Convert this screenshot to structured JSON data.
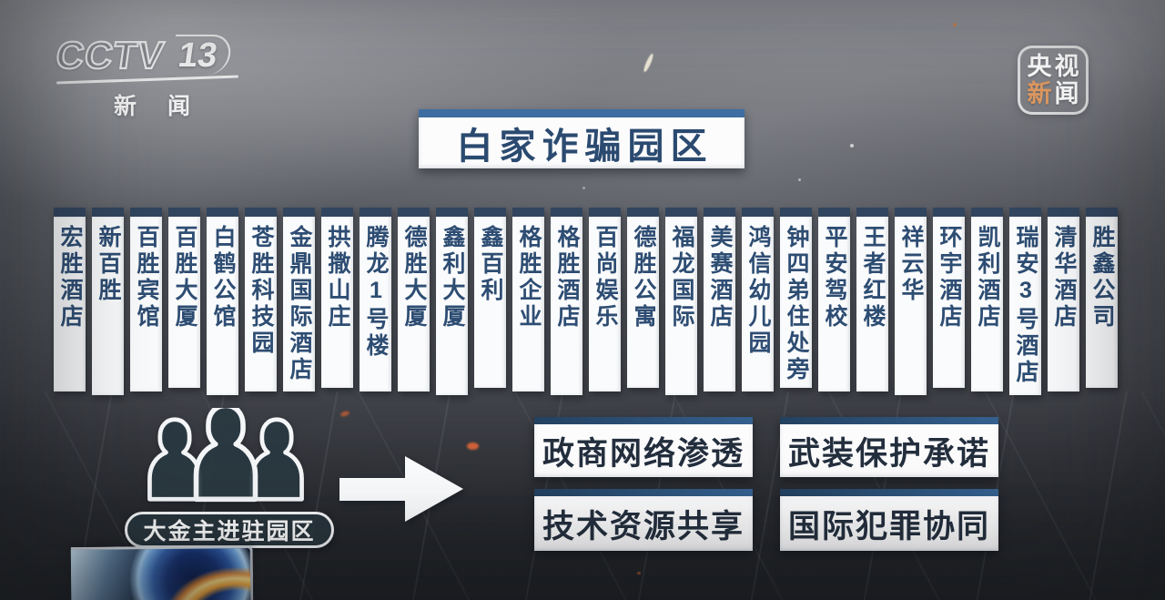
{
  "channel_logo": {
    "name": "CCTV",
    "number": "13",
    "subtitle": "新闻"
  },
  "corner_badge": {
    "chars": [
      "央",
      "视",
      "新",
      "闻"
    ]
  },
  "diagram": {
    "title": "白家诈骗园区",
    "parks": [
      "宏胜酒店",
      "新百胜",
      "百胜宾馆",
      "百胜大厦",
      "白鹤公馆",
      "苍胜科技园",
      "金鼎国际酒店",
      "拱撒山庄",
      "腾龙1号楼",
      "德胜大厦",
      "鑫利大厦",
      "鑫百利",
      "格胜企业",
      "格胜酒店",
      "百尚娱乐",
      "德胜公寓",
      "福龙国际",
      "美赛酒店",
      "鸿信幼儿园",
      "钟四弟住处旁",
      "平安驾校",
      "王者红楼",
      "祥云华",
      "环宇酒店",
      "凯利酒店",
      "瑞安3号酒店",
      "清华酒店",
      "胜鑫公司"
    ],
    "actor_label": "大金主进驻园区",
    "benefits": [
      "政商网络渗透",
      "武装保护承诺",
      "技术资源共享",
      "国际犯罪协同"
    ]
  },
  "colors": {
    "accent_blue": "#3e6da2",
    "column_bar": "#31455e",
    "column_text": "#2e4d73",
    "title_text": "#2b4a70",
    "benefit_text": "#242f3e",
    "badge_accent": "#e09a62",
    "spark_orange": "#d8653a"
  }
}
